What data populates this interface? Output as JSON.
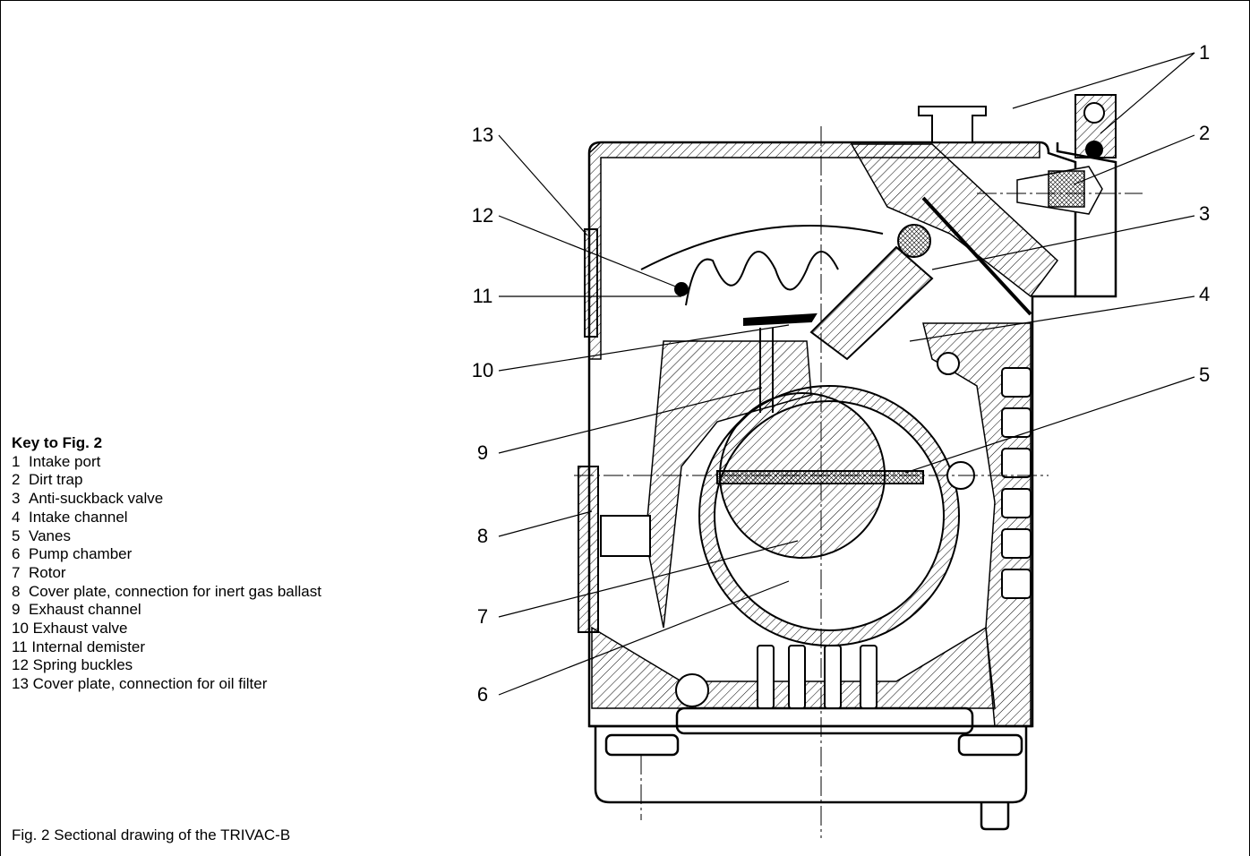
{
  "legend": {
    "title": "Key to Fig. 2",
    "items": [
      {
        "num": "1",
        "label": "Intake port"
      },
      {
        "num": "2",
        "label": "Dirt trap"
      },
      {
        "num": "3",
        "label": "Anti-suckback valve"
      },
      {
        "num": "4",
        "label": "Intake channel"
      },
      {
        "num": "5",
        "label": "Vanes"
      },
      {
        "num": "6",
        "label": "Pump chamber"
      },
      {
        "num": "7",
        "label": "Rotor"
      },
      {
        "num": "8",
        "label": "Cover plate, connection for inert gas ballast"
      },
      {
        "num": "9",
        "label": "Exhaust channel"
      },
      {
        "num": "10",
        "label": "Exhaust valve"
      },
      {
        "num": "11",
        "label": "Internal demister"
      },
      {
        "num": "12",
        "label": "Spring buckles"
      },
      {
        "num": "13",
        "label": "Cover plate, connection for oil filter"
      }
    ]
  },
  "callouts": {
    "c1": "1",
    "c2": "2",
    "c3": "3",
    "c4": "4",
    "c5": "5",
    "c6": "6",
    "c7": "7",
    "c8": "8",
    "c9": "9",
    "c10": "10",
    "c11": "11",
    "c12": "12",
    "c13": "13"
  },
  "caption": "Fig. 2  Sectional drawing of the TRIVAC-B"
}
